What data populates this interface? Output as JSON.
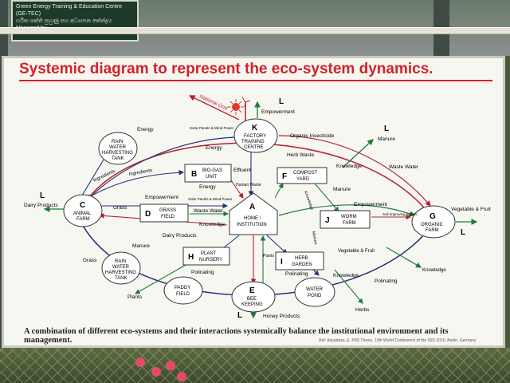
{
  "top_sign": {
    "line1": "Green Energy Training & Education Centre",
    "line2": "(GE-TEC)",
    "line3": "හරිත ශක්ති පුහුණු සහ අධ්‍යාපන කේන්ද්‍රය",
    "line4": "Managed by"
  },
  "title": "Systemic diagram to represent the eco-system dynamics.",
  "caption": "A combination of different eco-systems and their interactions systemically balance the institutional environment and its management.",
  "reference": "Ref: Ariyadasa, E. PhD Thesis, 10th World Conference of the  ISIS 2015, Berlin, Germany",
  "nodes": {
    "A": {
      "letter": "A",
      "label1": "HOME /",
      "label2": "INSTITUTION"
    },
    "B": {
      "letter": "B",
      "label1": "BIO-GAS",
      "label2": "UNIT"
    },
    "C": {
      "letter": "C",
      "label1": "ANIMAL",
      "label2": "FARM"
    },
    "D": {
      "letter": "D",
      "label1": "GRASS",
      "label2": "FIELD"
    },
    "E": {
      "letter": "E",
      "label1": "BEE",
      "label2": "KEEPING"
    },
    "F": {
      "letter": "F",
      "label1": "COMPOST",
      "label2": "YARD"
    },
    "G": {
      "letter": "G",
      "label1": "ORGANIC",
      "label2": "FARM"
    },
    "H": {
      "letter": "H",
      "label1": "PLANT",
      "label2": "NURSERY"
    },
    "I": {
      "letter": "I",
      "label1": "HERB",
      "label2": "GARDEN"
    },
    "J": {
      "letter": "J",
      "label1": "WORM",
      "label2": "FARM"
    },
    "K": {
      "letter": "K",
      "label1": "FACTORY",
      "label2": "TRAINING",
      "label3": "CENTRE"
    },
    "rain_top": {
      "label1": "RAIN",
      "label2": "WATER",
      "label3": "HARVESTING",
      "label4": "TANK"
    },
    "rain_bottom": {
      "label1": "RAIN",
      "label2": "WATER",
      "label3": "HARVESTING",
      "label4": "TANK"
    },
    "paddy": {
      "label1": "PADDY",
      "label2": "FIELD"
    },
    "pond": {
      "label1": "WATER",
      "label2": "POND"
    }
  },
  "flows": {
    "national_grid": "National Grid",
    "empowerment_top": "Empowerment",
    "L": "L",
    "organic_insecticide": "Organic Insecticide",
    "manure_top": "Manure",
    "herb_waste": "Herb Waste",
    "knowledge_f": "Knowledge",
    "waste_water_right": "Waste Water",
    "manure_mid": "Manure",
    "empowerment_right": "Empowerment",
    "soil_improving": "Soil Improving Agents",
    "vegetable_fruit_right": "Vegetable & Fruit",
    "energy_left": "Energy",
    "solar_panels": "Solar Panels & Wind Power",
    "energy_k": "Energy",
    "ingredients_1": "Ingredients",
    "ingredients_2": "Ingredients",
    "effluent": "Effluent",
    "human_waste": "Human Waste",
    "energy_b": "Energy",
    "empowerment_mid": "Empowerment",
    "solar_panels_mid": "Solar Panels & Wind Power",
    "dairy_products_left": "Dairy Products",
    "grass": "Grass",
    "waste_water_mid": "Waste Water",
    "knowledge_mid": "Knowledge",
    "dairy_products_mid": "Dairy Products",
    "manure_low": "Manure",
    "grass_low": "Grass",
    "plants": "Plants",
    "polinating_h": "Polinating",
    "plants_mid": "Plants",
    "vegetable_fruit_mid": "Vegetable & Fruit",
    "knowledge_right": "Knowledge",
    "polinating_i": "Polinating",
    "knowledge_low": "Knowledge",
    "polinating_right": "Polinating",
    "herbs": "Herbs",
    "honey_products": "Honey Products",
    "manure_vertical": "Manure",
    "knowledge_vert": "Knowledge"
  },
  "colors": {
    "title": "#d42128",
    "red_flow": "#b8202a",
    "green_flow": "#1f7a3a",
    "navy_flow": "#23307a"
  }
}
